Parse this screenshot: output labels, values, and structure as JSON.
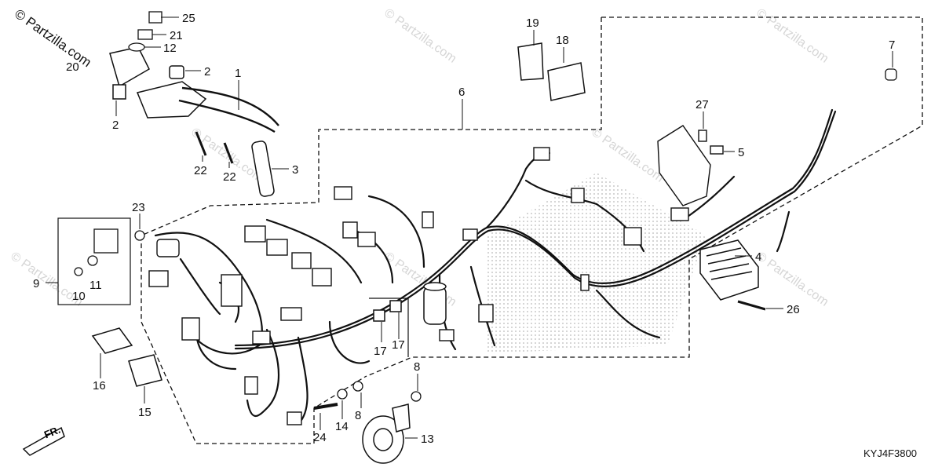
{
  "watermark": {
    "brand": "© Partzilla.com",
    "texts": [
      "© Partzilla.com",
      "© Partzilla.com",
      "© Partzilla.com",
      "© Partzilla.com",
      "© Partzilla.com",
      "© Partzilla.com",
      "© Partzilla.com"
    ]
  },
  "diagram_code": "KYJ4F3800",
  "front_indicator": "FR.",
  "callouts": [
    {
      "label": "25"
    },
    {
      "label": "21"
    },
    {
      "label": "12"
    },
    {
      "label": "20"
    },
    {
      "label": "2"
    },
    {
      "label": "2"
    },
    {
      "label": "1"
    },
    {
      "label": "22"
    },
    {
      "label": "22"
    },
    {
      "label": "3"
    },
    {
      "label": "19"
    },
    {
      "label": "18"
    },
    {
      "label": "6"
    },
    {
      "label": "7"
    },
    {
      "label": "27"
    },
    {
      "label": "5"
    },
    {
      "label": "4"
    },
    {
      "label": "26"
    },
    {
      "label": "23"
    },
    {
      "label": "9"
    },
    {
      "label": "10"
    },
    {
      "label": "11"
    },
    {
      "label": "16"
    },
    {
      "label": "15"
    },
    {
      "label": "17"
    },
    {
      "label": "17"
    },
    {
      "label": "8"
    },
    {
      "label": "8"
    },
    {
      "label": "14"
    },
    {
      "label": "24"
    },
    {
      "label": "13"
    }
  ]
}
